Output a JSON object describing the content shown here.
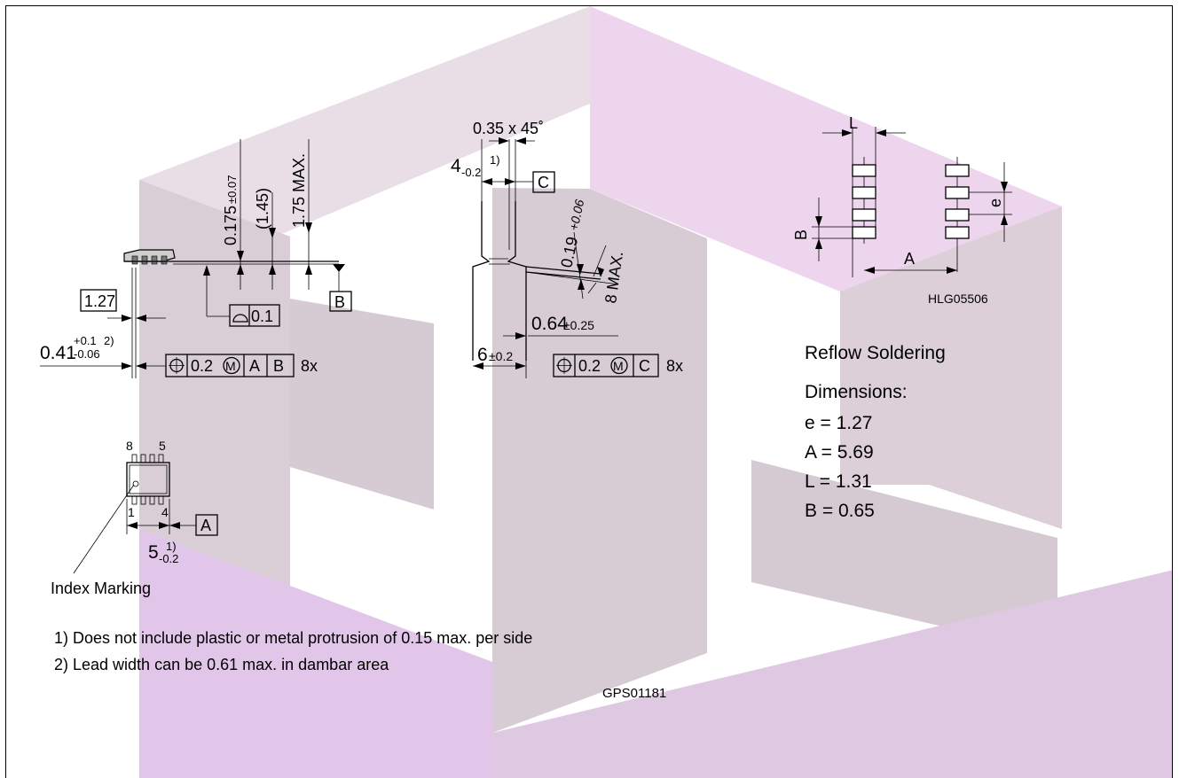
{
  "side_view": {
    "dim_1_27": "1.27",
    "dim_0175": "0.175",
    "dim_0175_tol": "±0.07",
    "dim_145": "(1.45)",
    "dim_175max": "1.75 MAX.",
    "flatness_value": "0.1",
    "datum_b": "B",
    "lead_width": "0.41",
    "lead_width_tol_upper": "+0.1",
    "lead_width_note": "2)",
    "lead_width_tol_lower": "-0.06",
    "position_tol_value": "0.2",
    "datum_a_ref": "A",
    "datum_b_ref": "B",
    "multiplier": "8x"
  },
  "end_view": {
    "chamfer": "0.35 x 45˚",
    "width_4": "4",
    "width_4_tol": "-0.2",
    "width_4_note": "1)",
    "datum_c": "C",
    "thickness": "0.19",
    "thickness_tol": "+0.06",
    "angle_max": "8 MAX.",
    "lead_length": "0.64",
    "lead_length_tol": "±0.25",
    "overall_6": "6",
    "overall_6_tol": "±0.2",
    "position_tol_value": "0.2",
    "datum_c_ref": "C",
    "multiplier": "8x"
  },
  "top_view": {
    "pin_8": "8",
    "pin_5": "5",
    "pin_1": "1",
    "pin_4": "4",
    "datum_a": "A",
    "length_5": "5",
    "length_5_tol": "-0.2",
    "length_5_note": "1)",
    "index_marking": "Index Marking"
  },
  "notes": [
    "1) Does not include plastic or metal protrusion of 0.15 max. per side",
    "2) Lead width can be 0.61 max. in dambar area"
  ],
  "drawing_id": "GPS01181",
  "footprint": {
    "label_L": "L",
    "label_B": "B",
    "label_A": "A",
    "label_e": "e",
    "drawing_id": "HLG05506"
  },
  "reflow": {
    "title": "Reflow Soldering",
    "subtitle": "Dimensions:",
    "values": [
      "e = 1.27",
      "A = 5.69",
      "L = 1.31",
      "B = 0.65"
    ]
  },
  "watermark_colors": {
    "gray": "#d8ccd4",
    "pink": "#ecd2ec",
    "violet": "#e2c6ea"
  }
}
